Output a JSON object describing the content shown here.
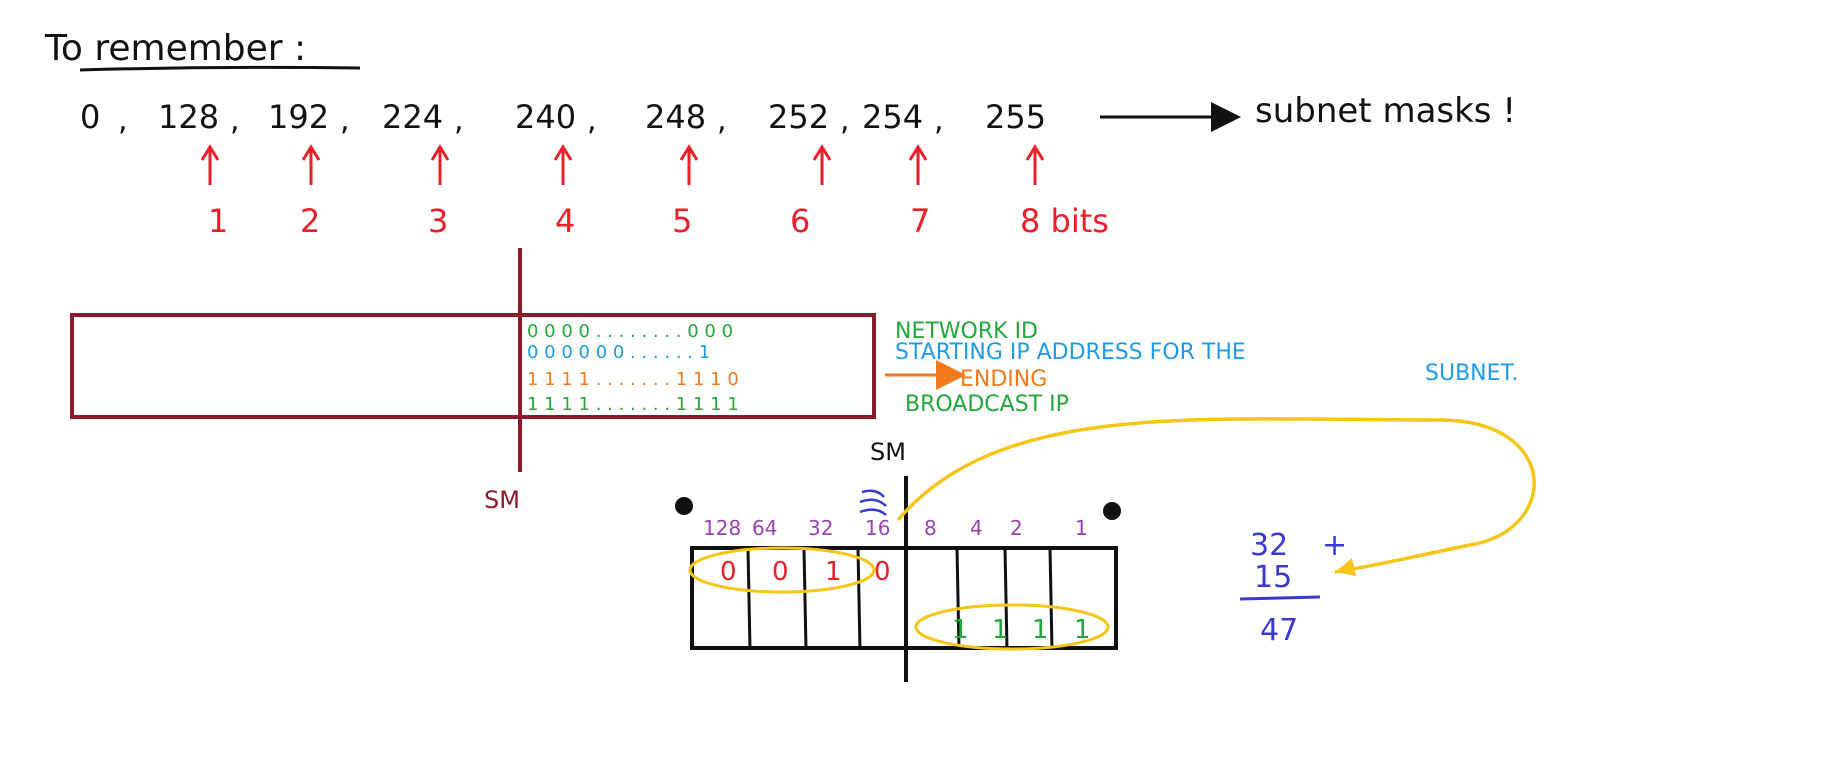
{
  "title": "To remember :",
  "masks": [
    "0",
    "128",
    "192",
    "224",
    "240",
    "248",
    "252",
    "254",
    "255"
  ],
  "mask_separator": ",",
  "masks_arrow_label": "subnet masks !",
  "bit_counts": [
    "1",
    "2",
    "3",
    "4",
    "5",
    "6",
    "7",
    "8 bits"
  ],
  "ip_box": {
    "split_label": "SM",
    "rows": [
      {
        "bits": "0 0 0 0  . . . . . . . . 0 0 0",
        "label": "NETWORK ID",
        "color": "#22a83a"
      },
      {
        "bits": "0  0 0 0  0 0 . . . . . . 1",
        "label": "STARTING  IP  ADDRESS  FOR  THE",
        "label2": "SUBNET.",
        "color": "#1e9be6"
      },
      {
        "bits": "1  1  1  1  . . . . . . . 1 1 1 0",
        "label": "ENDING",
        "color": "#f07a1c"
      },
      {
        "bits": "1  1  1  1  . . . . . . . 1 1 1 1",
        "label": "BROADCAST  IP",
        "color": "#22a83a"
      }
    ]
  },
  "octet": {
    "split_label": "SM",
    "weights": [
      "128",
      "64",
      "32",
      "16",
      "8",
      "4",
      "2",
      "1"
    ],
    "network_bits": [
      "0",
      "0",
      "1",
      "0"
    ],
    "host_bits": [
      "1",
      "1",
      "1",
      "1"
    ]
  },
  "sum": {
    "a": "32",
    "plus": "+",
    "b": "15",
    "result": "47"
  },
  "colors": {
    "black": "#111111",
    "red": "#e8202a",
    "maroon": "#8b1a2c",
    "green": "#22a83a",
    "cyan": "#1e9be6",
    "orange": "#f07a1c",
    "purple": "#9b3fb5",
    "blue": "#3a3ad0",
    "yellow": "#f5c518"
  }
}
